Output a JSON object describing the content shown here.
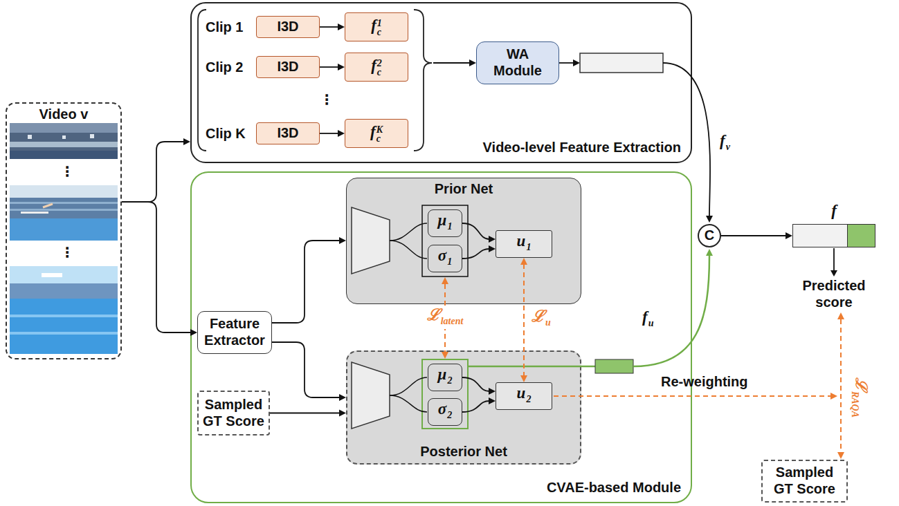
{
  "diagram": {
    "nodes": [
      {
        "text": [
          "Video v"
        ]
      },
      {
        "text": [
          "Video-level Feature Extraction"
        ]
      },
      {
        "text": [
          "I3D"
        ],
        "in": 1
      },
      {
        "text": [
          "f",
          "c",
          "1"
        ],
        "in": 1
      },
      {
        "text": [
          "I3D"
        ],
        "in": 1
      },
      {
        "text": [
          "f",
          "c",
          "2"
        ],
        "in": 1
      },
      {
        "text": [
          "I3D"
        ],
        "in": 1
      },
      {
        "text": [
          "f",
          "c",
          "K"
        ],
        "in": 1
      },
      {
        "text": [
          "WA Module"
        ],
        "in": 1
      },
      {
        "text": [
          "CVAE-based Module"
        ]
      },
      {
        "text": [
          "Prior Net"
        ],
        "in": 9
      },
      {
        "text": [
          "μ",
          "1"
        ],
        "in": 10
      },
      {
        "text": [
          "σ",
          "1"
        ],
        "in": 10
      },
      {
        "text": [
          "u",
          "1"
        ],
        "in": 10
      },
      {
        "text": [
          "Feature Extractor"
        ],
        "in": 9
      },
      {
        "text": [
          "Posterior Net"
        ],
        "in": 9
      },
      {
        "text": [
          "μ",
          "2"
        ],
        "in": 15
      },
      {
        "text": [
          "σ",
          "2"
        ],
        "in": 15
      },
      {
        "text": [
          "u",
          "2"
        ],
        "in": 15
      },
      {
        "text": [
          "Sampled GT Score"
        ],
        "in": 9
      },
      {
        "text": [
          "C"
        ]
      },
      {
        "text": [
          "f"
        ]
      },
      {
        "text": [
          "Sampled GT Score"
        ]
      }
    ],
    "edges": [
      {
        "from": 0,
        "to": 1,
        "arrow": "to"
      },
      {
        "from": 0,
        "to": 14,
        "arrow": "to"
      },
      {
        "from": 2,
        "to": 3,
        "arrow": "to"
      },
      {
        "from": 4,
        "to": 5,
        "arrow": "to"
      },
      {
        "from": 6,
        "to": 7,
        "arrow": "to"
      },
      {
        "from": 14,
        "to": 10,
        "arrow": "to"
      },
      {
        "from": 14,
        "to": 15,
        "arrow": "to"
      },
      {
        "from": 19,
        "to": 15,
        "arrow": "to"
      },
      {
        "from": 11,
        "to": 13,
        "arrow": "to"
      },
      {
        "from": 12,
        "to": 13,
        "arrow": "to"
      },
      {
        "from": 16,
        "to": 18,
        "arrow": "to"
      },
      {
        "from": 17,
        "to": 18,
        "arrow": "to"
      },
      {
        "from": 13,
        "to": 18,
        "arrow": "both"
      },
      {
        "from": 20,
        "to": 21,
        "arrow": "to"
      }
    ],
    "labels": [
      "Clip 1",
      "Clip 2",
      "⋮",
      "Clip K",
      "⋮",
      "⋮",
      "f",
      "v",
      "ℒ",
      "latent",
      "ℒ",
      "u",
      "f",
      "u",
      "Re-weighting",
      "Predicted score",
      "ℒ",
      "RAQA"
    ]
  }
}
